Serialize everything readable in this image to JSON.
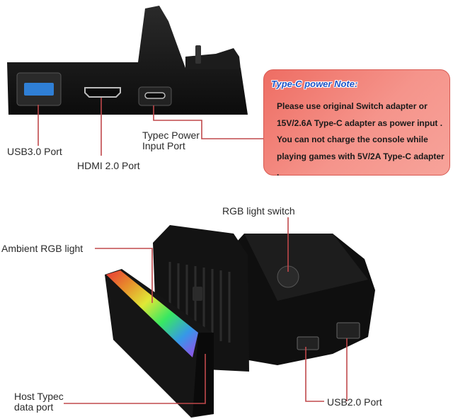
{
  "top_section": {
    "labels": {
      "usb3": "USB3.0 Port",
      "hdmi": "HDMI 2.0 Port",
      "typec_power": "Typec Power\nInput Port"
    },
    "note": {
      "title": "Type-C power Note:",
      "body": "Please use original Switch adapter or 15V/2.6A Type-C adapter as power input . You can not charge the console while playing games with 5V/2A Type-C adapter ."
    }
  },
  "bottom_section": {
    "labels": {
      "rgb_switch": "RGB light switch",
      "ambient": "Ambient RGB light",
      "host_typec": "Host Typec\ndata port",
      "usb2": "USB2.0 Port"
    }
  },
  "colors": {
    "leader_line": "#c0484b",
    "device_body": "#141414",
    "note_title": "#1f55c8",
    "usb3_port": "#2f7fd6"
  }
}
